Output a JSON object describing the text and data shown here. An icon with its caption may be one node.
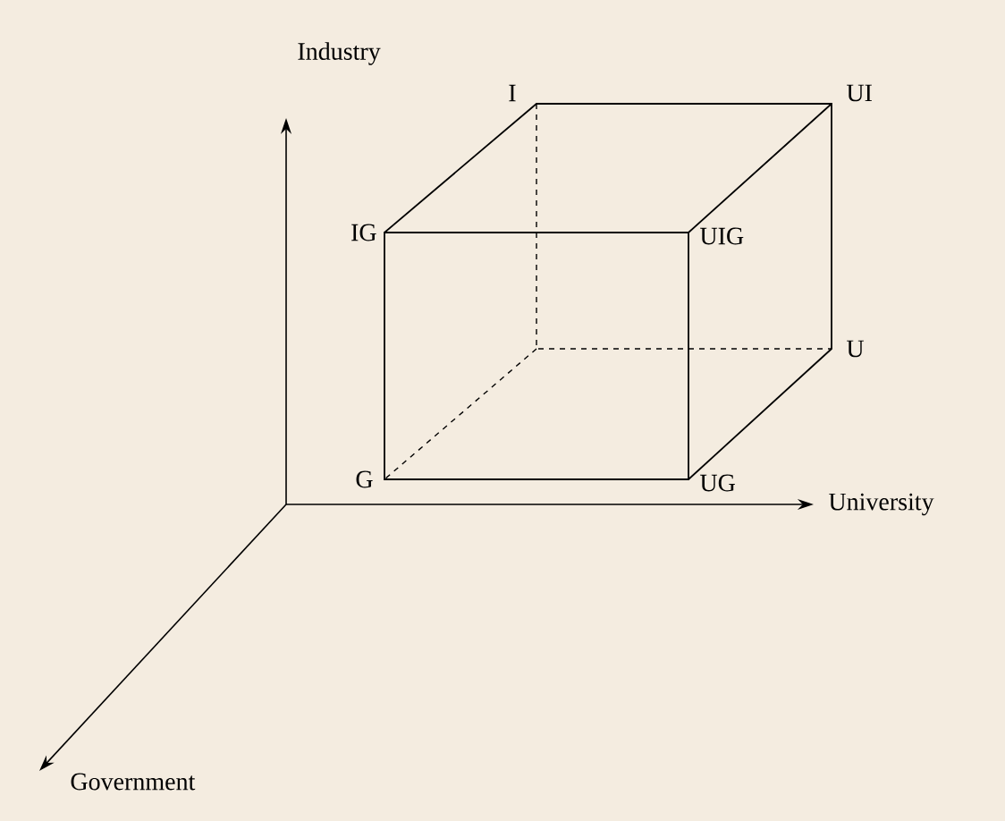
{
  "diagram": {
    "labels": [
      "Industry",
      "I",
      "UI",
      "IG",
      "UIG",
      "U",
      "G",
      "UG",
      "University",
      "Government"
    ]
  }
}
